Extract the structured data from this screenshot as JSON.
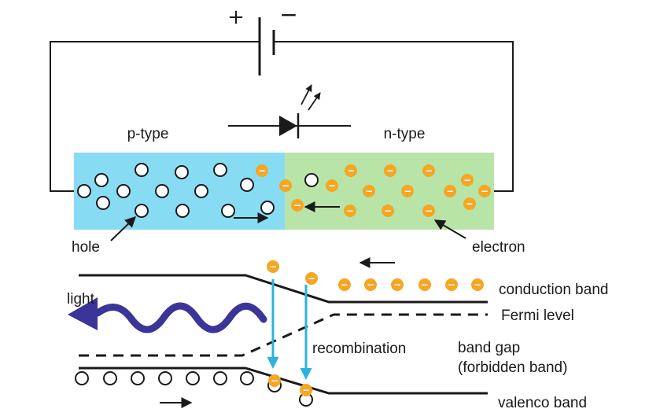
{
  "battery": {
    "plus_sign": "+",
    "minus_sign": "−"
  },
  "junction": {
    "p_label": "p-type",
    "n_label": "n-type"
  },
  "carriers": {
    "hole_label": "hole",
    "electron_label": "electron",
    "electron_symbol": "−"
  },
  "band_diagram": {
    "light_label": "light",
    "recombination_label": "recombination",
    "conduction_band_label": "conduction band",
    "fermi_level_label": "Fermi level",
    "band_gap_label_line1": "band gap",
    "band_gap_label_line2": "(forbidden band)",
    "valence_band_label": "valenco band"
  },
  "colors": {
    "p_region": "#87dcf3",
    "n_region": "#b9e4a8",
    "electron": "#f5a623",
    "recombination_arrow": "#2bb3e0",
    "light_wave": "#3b3598",
    "line": "#1a1a1a"
  },
  "icons": [
    "battery-icon",
    "diode-symbol-icon",
    "light-emission-arrows-icon",
    "light-wave-icon"
  ]
}
